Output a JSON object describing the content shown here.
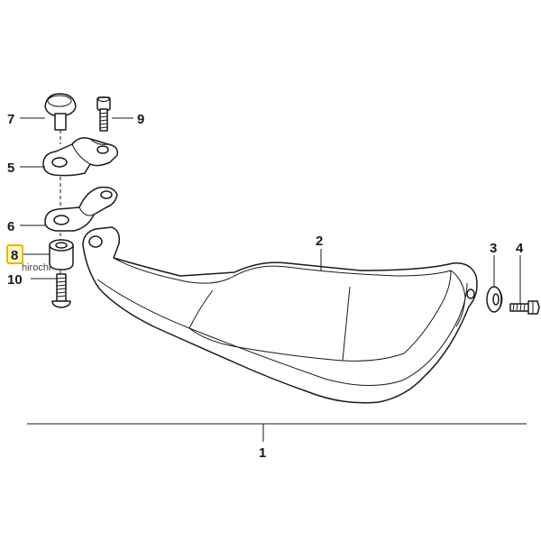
{
  "callouts": {
    "c1": "1",
    "c2": "2",
    "c3": "3",
    "c4": "4",
    "c5": "5",
    "c6": "6",
    "c7": "7",
    "c8": "8",
    "c9": "9",
    "c10": "10"
  },
  "watermark": "hirochi",
  "highlight": {
    "part": "8",
    "border_color": "#e6b800",
    "fill_color": "#fff7c0"
  }
}
